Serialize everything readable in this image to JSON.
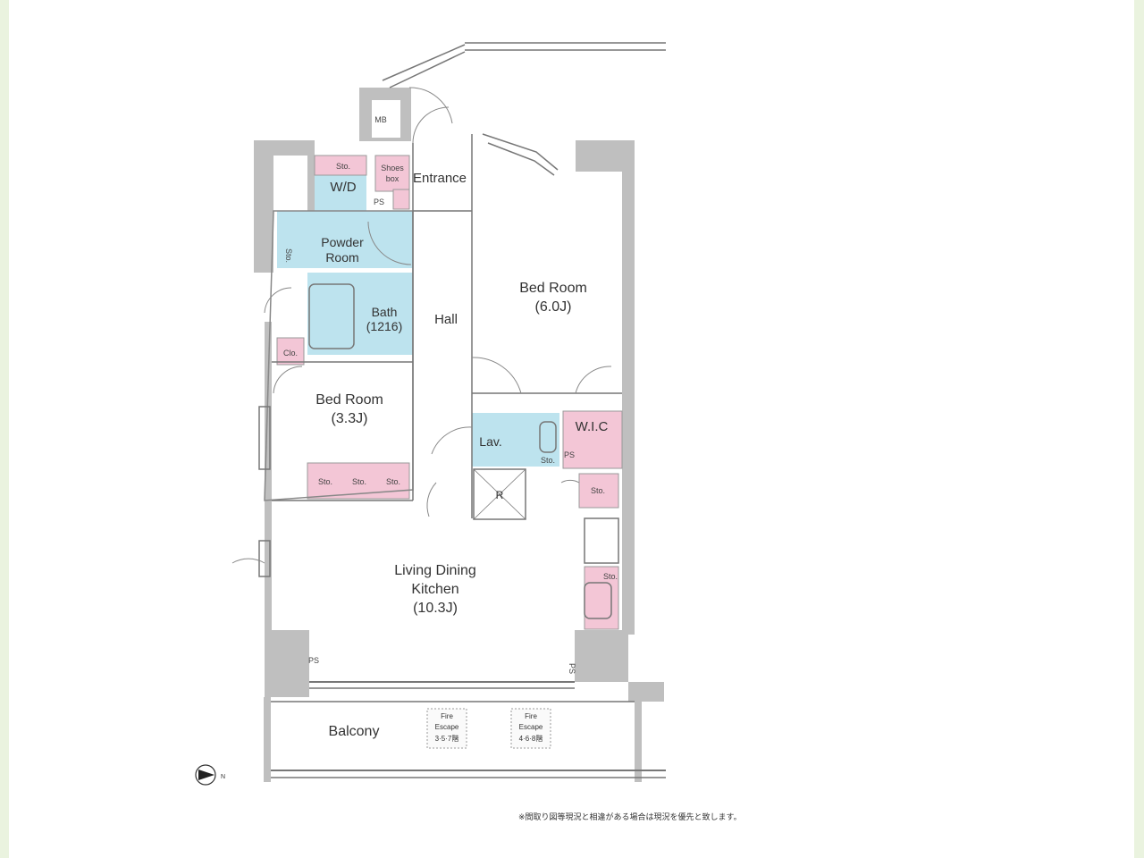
{
  "rooms": {
    "mb": "MB",
    "entrance": "Entrance",
    "shoes_box_line1": "Shoes",
    "shoes_box_line2": "box",
    "wd_sto": "Sto.",
    "wd": "W/D",
    "ps_entrance": "PS",
    "powder_room_line1": "Powder",
    "powder_room_line2": "Room",
    "powder_sto": "Sto.",
    "bath_line1": "Bath",
    "bath_line2": "(1216)",
    "hall": "Hall",
    "bed_room_large_line1": "Bed Room",
    "bed_room_large_line2": "(6.0J)",
    "clo": "Clo.",
    "bed_room_small_line1": "Bed Room",
    "bed_room_small_line2": "(3.3J)",
    "sto_a": "Sto.",
    "sto_b": "Sto.",
    "sto_c": "Sto.",
    "lav": "Lav.",
    "lav_sto": "Sto.",
    "ps_lav": "PS",
    "wic": "W.I.C",
    "refrigerator": "R",
    "sto_right": "Sto.",
    "kitchen_sto": "Sto.",
    "ldk_line1": "Living Dining",
    "ldk_line2": "Kitchen",
    "ldk_line3": "(10.3J)",
    "ps_left": "PS",
    "ps_right": "PS",
    "balcony": "Balcony",
    "fire_escape_1_line1": "Fire",
    "fire_escape_1_line2": "Escape",
    "fire_escape_1_line3": "3·5·7階",
    "fire_escape_2_line1": "Fire",
    "fire_escape_2_line2": "Escape",
    "fire_escape_2_line3": "4·6·8階"
  },
  "north_mark": "N",
  "note": "※間取り図等現況と相違がある場合は現況を優先と致します。",
  "colors": {
    "background": "#eaf3df",
    "wall": "#bfbfbf",
    "wet_area": "#bde3ee",
    "storage": "#f3c6d6"
  }
}
